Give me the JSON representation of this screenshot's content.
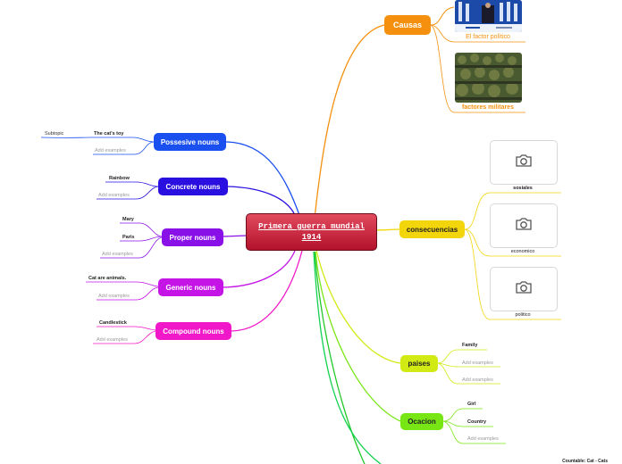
{
  "central": {
    "title": "Primera guerra mundial 1914",
    "color": "#c8203a"
  },
  "left_branches": [
    {
      "label": "Possesive nouns",
      "color": "#1a4ff0",
      "items": [
        "The cat's toy"
      ],
      "subtopic": "Subtopic",
      "add": "Add examples"
    },
    {
      "label": "Concrete nouns",
      "color": "#2a10e0",
      "items": [
        "Rainbow"
      ],
      "add": "Add examples"
    },
    {
      "label": "Proper nouns",
      "color": "#8a10e8",
      "items": [
        "Mary",
        "Paris"
      ],
      "add": "Add examples"
    },
    {
      "label": "Generic nouns",
      "color": "#c414e6",
      "items": [
        "Cat are animals."
      ],
      "add": "Add examples"
    },
    {
      "label": "Compound nouns",
      "color": "#f018c8",
      "items": [
        "Candlestick"
      ],
      "add": "Add examples"
    }
  ],
  "right_branches": {
    "causas": {
      "label": "Causas",
      "color": "#f5900e",
      "captions": [
        "El factor político",
        "factores militares"
      ]
    },
    "consecuencias": {
      "label": "consecuencias",
      "color": "#f2d50a",
      "items": [
        "sosiales",
        "economico",
        "politico"
      ],
      "icon": "camera-icon"
    },
    "paises": {
      "label": "paises",
      "color": "#d2ea14",
      "items": [
        "Family"
      ],
      "add": [
        "Add examples",
        "Add examples"
      ]
    },
    "ocacion": {
      "label": "Ocacion",
      "color": "#78e614",
      "items": [
        "Girl",
        "Country"
      ],
      "add": "Add examples"
    }
  },
  "credit": "Countable: Cat - Cats"
}
